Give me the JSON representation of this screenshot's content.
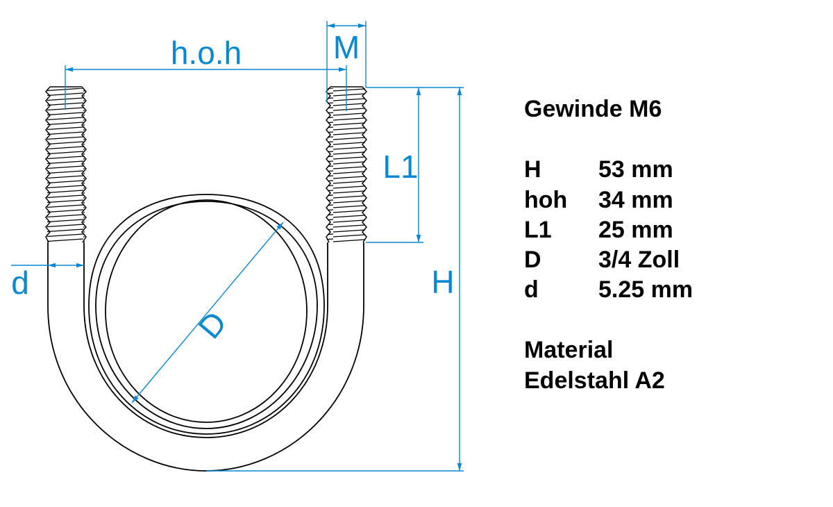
{
  "diagram": {
    "subject": "U-bolt (Rohrbügel) dimension drawing",
    "accent_color": "#0a87d2",
    "line_color": "#000000",
    "labels": {
      "hoh": "h.o.h",
      "M": "M",
      "L1": "L1",
      "H": "H",
      "d": "d",
      "D": "D"
    }
  },
  "specs": {
    "thread_title": "Gewinde M6",
    "rows": [
      {
        "key": "H",
        "value": "53 mm"
      },
      {
        "key": "hoh",
        "value": "34 mm"
      },
      {
        "key": "L1",
        "value": "25 mm"
      },
      {
        "key": "D",
        "value": "3/4 Zoll"
      },
      {
        "key": "d",
        "value": "5.25 mm"
      }
    ],
    "material_label": "Material",
    "material_value": "Edelstahl A2"
  }
}
